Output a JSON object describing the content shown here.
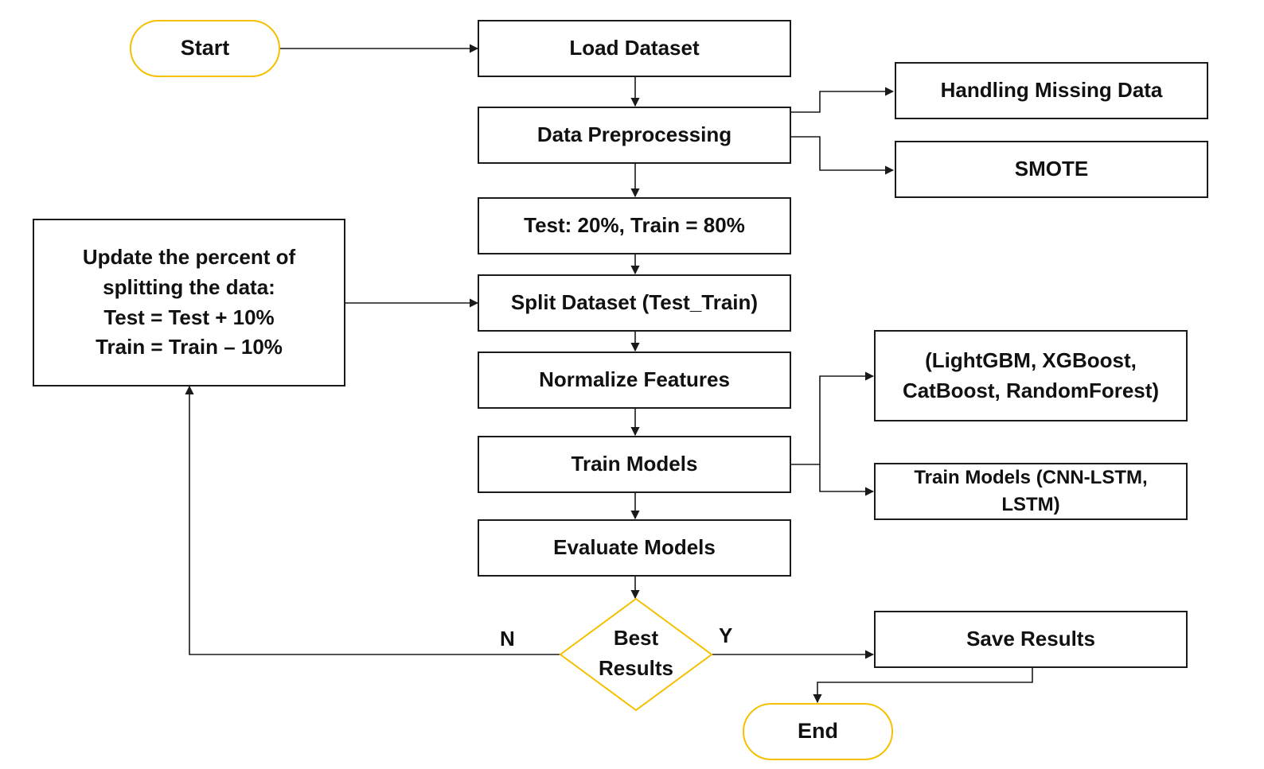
{
  "nodes": {
    "start": "Start",
    "load_dataset": "Load Dataset",
    "data_preprocessing": "Data Preprocessing",
    "handling_missing_data": "Handling Missing Data",
    "smote": "SMOTE",
    "test_train_ratio": "Test: 20%, Train = 80%",
    "split_dataset": "Split Dataset (Test_Train)",
    "normalize_features": "Normalize Features",
    "train_models": "Train Models",
    "evaluate_models": "Evaluate Models",
    "best_results": [
      "Best",
      "Results"
    ],
    "save_results": "Save Results",
    "end": "End",
    "update_split": [
      "Update the percent of",
      "splitting the data:",
      "Test = Test + 10%",
      "Train = Train – 10%"
    ],
    "tree_models": [
      "(LightGBM, XGBoost,",
      "CatBoost, RandomForest)"
    ],
    "deep_models": [
      "Train Models (CNN-LSTM,",
      "LSTM)"
    ]
  },
  "branches": {
    "no": "N",
    "yes": "Y"
  },
  "colors": {
    "terminal_border": "#f5c000",
    "box_border": "#1a1a1a",
    "connector": "#1a1a1a"
  }
}
